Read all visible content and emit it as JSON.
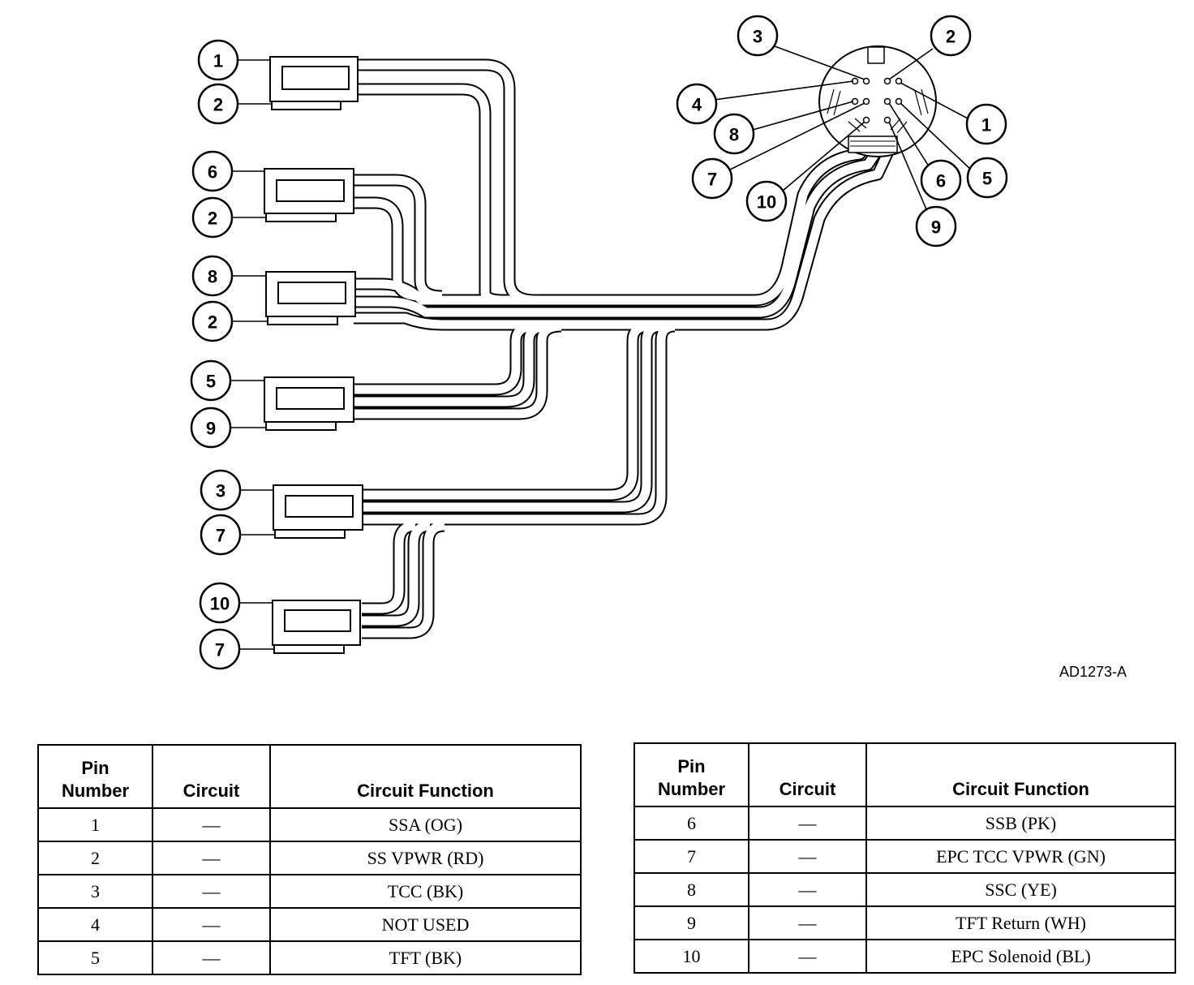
{
  "figure_id": "AD1273-A",
  "table_headers": {
    "pin": "Pin Number",
    "circuit": "Circuit",
    "function": "Circuit Function"
  },
  "tables": [
    {
      "rows": [
        {
          "pin": "1",
          "circuit": "—",
          "function": "SSA (OG)"
        },
        {
          "pin": "2",
          "circuit": "—",
          "function": "SS VPWR (RD)"
        },
        {
          "pin": "3",
          "circuit": "—",
          "function": "TCC (BK)"
        },
        {
          "pin": "4",
          "circuit": "—",
          "function": "NOT USED"
        },
        {
          "pin": "5",
          "circuit": "—",
          "function": "TFT (BK)"
        }
      ]
    },
    {
      "rows": [
        {
          "pin": "6",
          "circuit": "—",
          "function": "SSB (PK)"
        },
        {
          "pin": "7",
          "circuit": "—",
          "function": "EPC TCC VPWR (GN)"
        },
        {
          "pin": "8",
          "circuit": "—",
          "function": "SSC (YE)"
        },
        {
          "pin": "9",
          "circuit": "—",
          "function": "TFT Return (WH)"
        },
        {
          "pin": "10",
          "circuit": "—",
          "function": "EPC Solenoid (BL)"
        }
      ]
    }
  ],
  "connector_callouts": [
    {
      "top": "1",
      "bottom": "2"
    },
    {
      "top": "6",
      "bottom": "2"
    },
    {
      "top": "8",
      "bottom": "2"
    },
    {
      "top": "5",
      "bottom": "9"
    },
    {
      "top": "3",
      "bottom": "7"
    },
    {
      "top": "10",
      "bottom": "7"
    }
  ],
  "main_connector_callouts": [
    "3",
    "2",
    "4",
    "1",
    "8",
    "5",
    "7",
    "6",
    "10",
    "9"
  ]
}
